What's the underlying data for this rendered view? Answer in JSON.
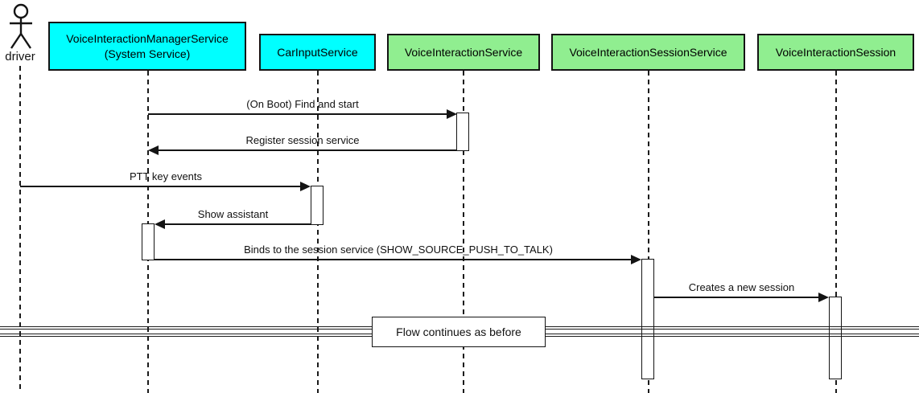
{
  "diagram": {
    "type": "uml-sequence-diagram",
    "background": "#ffffff",
    "colors": {
      "participant_cyan": "#00ffff",
      "participant_green": "#90ee90",
      "line": "#141414",
      "activation_fill": "#ffffff"
    }
  },
  "actor": {
    "label": "driver"
  },
  "participants": [
    {
      "line1": "VoiceInteractionManagerService",
      "line2": "(System Service)",
      "fill": "#00ffff"
    },
    {
      "line1": "CarInputService",
      "fill": "#00ffff"
    },
    {
      "line1": "VoiceInteractionService",
      "fill": "#90ee90"
    },
    {
      "line1": "VoiceInteractionSessionService",
      "fill": "#90ee90"
    },
    {
      "line1": "VoiceInteractionSession",
      "fill": "#90ee90"
    }
  ],
  "messages": [
    {
      "label": "(On Boot) Find and start",
      "from": "VoiceInteractionManagerService",
      "to": "VoiceInteractionService",
      "direction": "right"
    },
    {
      "label": "Register session service",
      "from": "VoiceInteractionService",
      "to": "VoiceInteractionManagerService",
      "direction": "left"
    },
    {
      "label": "PTT key events",
      "from": "driver",
      "to": "CarInputService",
      "direction": "right"
    },
    {
      "label": "Show assistant",
      "from": "CarInputService",
      "to": "VoiceInteractionManagerService",
      "direction": "left"
    },
    {
      "label": "Binds to the session service (SHOW_SOURCE_PUSH_TO_TALK)",
      "from": "VoiceInteractionManagerService",
      "to": "VoiceInteractionSessionService",
      "direction": "right"
    },
    {
      "label": "Creates a new session",
      "from": "VoiceInteractionSessionService",
      "to": "VoiceInteractionSession",
      "direction": "right"
    }
  ],
  "divider": {
    "label": "Flow continues as before"
  }
}
